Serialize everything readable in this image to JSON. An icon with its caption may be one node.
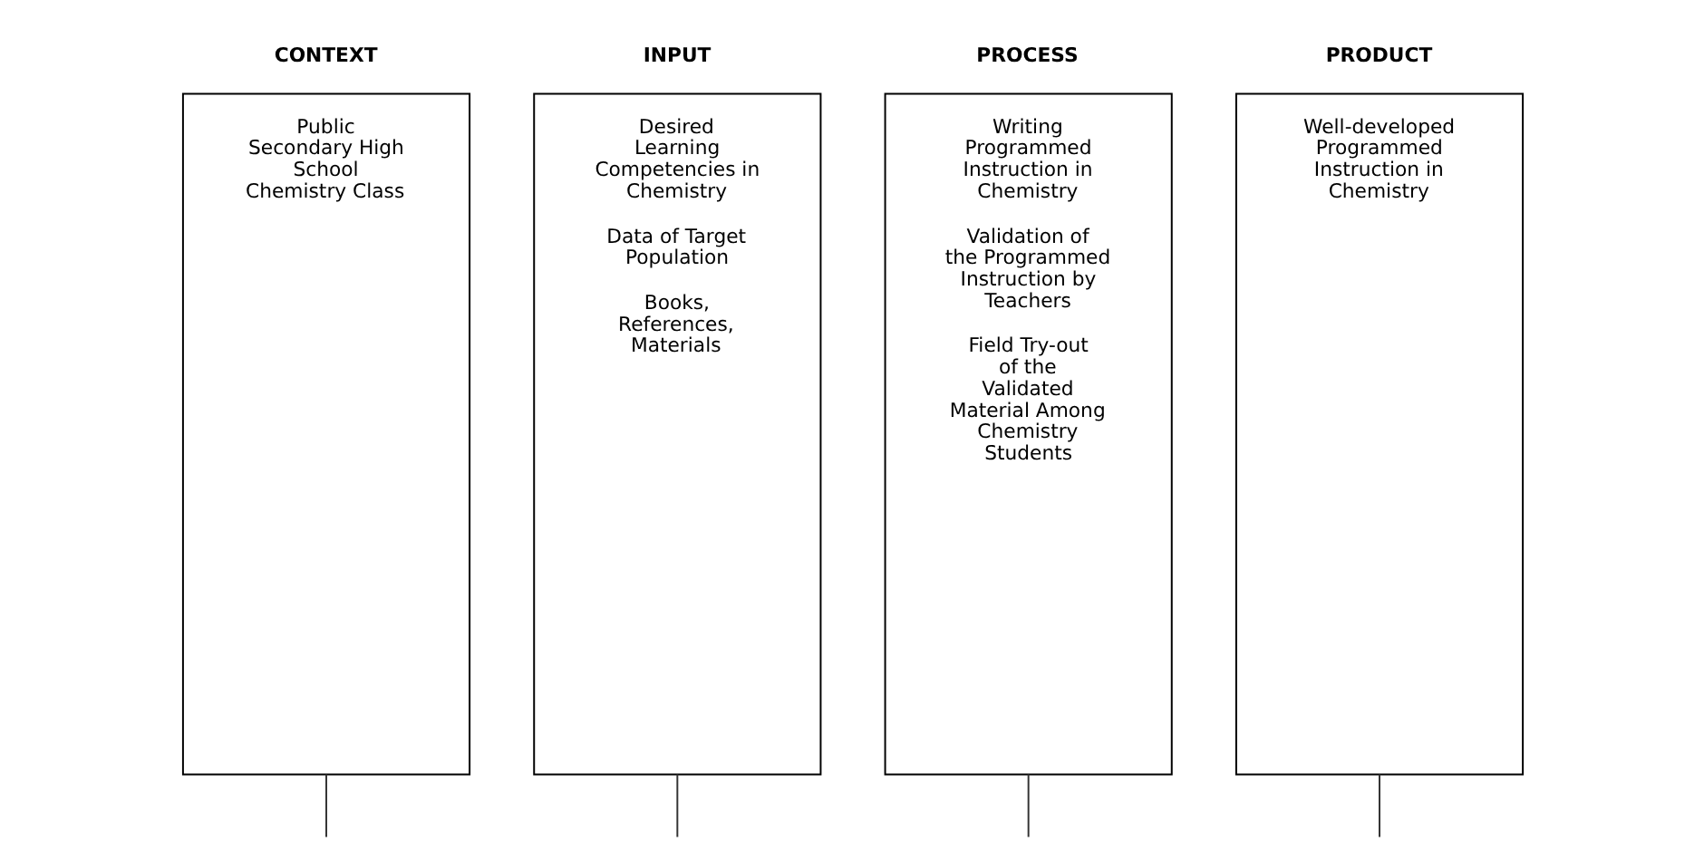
{
  "diagram": {
    "nodes": [
      {
        "text": [
          "CONTEXT",
          "Public Secondary High School Chemistry Class"
        ]
      },
      {
        "text": [
          "INPUT",
          "Desired Learning Competencies in Chemistry",
          "Data of Target Population",
          "Books, References, Materials"
        ]
      },
      {
        "text": [
          "PROCESS",
          "Writing Programmed Instruction in Chemistry",
          "Validation of the Programmed Instruction by Teachers",
          "Field Try-out of the Validated Material Among Chemistry Students"
        ]
      },
      {
        "text": [
          "PRODUCT",
          "Well-developed Programmed Instruction in Chemistry"
        ]
      }
    ],
    "edges": [
      {
        "from": 0,
        "to": null,
        "arrow": "none"
      },
      {
        "from": 1,
        "to": null,
        "arrow": "none"
      },
      {
        "from": 2,
        "to": null,
        "arrow": "none"
      },
      {
        "from": 3,
        "to": null,
        "arrow": "none"
      }
    ]
  }
}
